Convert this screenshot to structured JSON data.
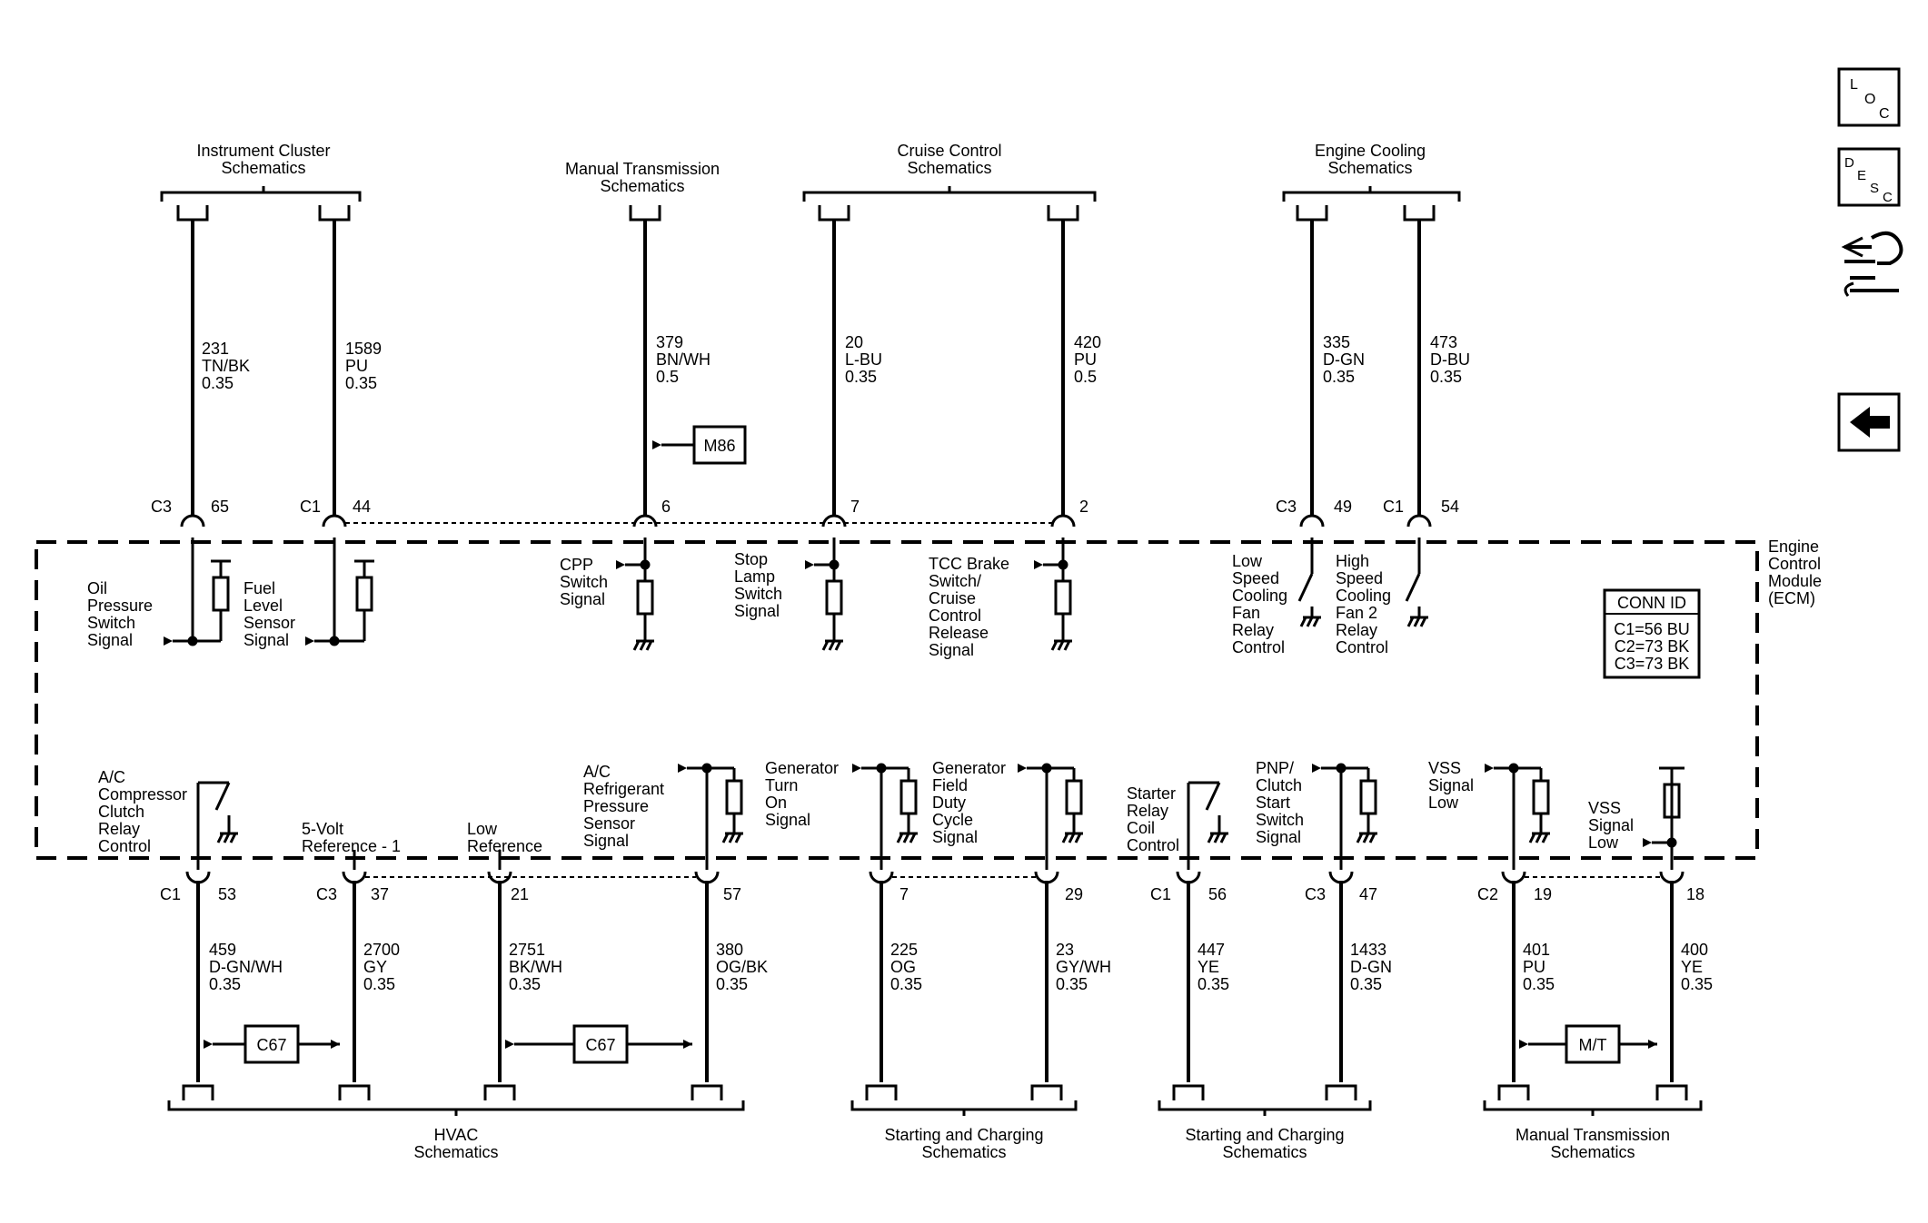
{
  "headers": {
    "top_instrument": [
      "Instrument Cluster",
      "Schematics"
    ],
    "top_manual": [
      "Manual Transmission",
      "Schematics"
    ],
    "top_cruise": [
      "Cruise Control",
      "Schematics"
    ],
    "top_cooling": [
      "Engine Cooling",
      "Schematics"
    ],
    "bottom_hvac": [
      "HVAC",
      "Schematics"
    ],
    "bottom_starting1": [
      "Starting and Charging",
      "Schematics"
    ],
    "bottom_starting2": [
      "Starting and Charging",
      "Schematics"
    ],
    "bottom_manual": [
      "Manual Transmission",
      "Schematics"
    ]
  },
  "module": {
    "name": [
      "Engine",
      "Control",
      "Module",
      "(ECM)"
    ],
    "conn_id_title": "CONN ID",
    "conn_ids": [
      "C1=56 BU",
      "C2=73 BK",
      "C3=73 BK"
    ]
  },
  "top_circuits": [
    {
      "id": "t1",
      "conn": "C3",
      "pin": "65",
      "wire": [
        "231",
        "TN/BK",
        "0.35"
      ],
      "signal": [
        "Oil",
        "Pressure",
        "Switch",
        "Signal"
      ]
    },
    {
      "id": "t2",
      "conn": "C1",
      "pin": "44",
      "wire": [
        "1589",
        "PU",
        "0.35"
      ],
      "signal": [
        "Fuel",
        "Level",
        "Sensor",
        "Signal"
      ]
    },
    {
      "id": "t3",
      "conn": "",
      "pin": "6",
      "wire": [
        "379",
        "BN/WH",
        "0.5"
      ],
      "signal": [
        "CPP",
        "Switch",
        "Signal"
      ]
    },
    {
      "id": "t4",
      "conn": "",
      "pin": "7",
      "wire": [
        "20",
        "L-BU",
        "0.35"
      ],
      "signal": [
        "Stop",
        "Lamp",
        "Switch",
        "Signal"
      ]
    },
    {
      "id": "t5",
      "conn": "",
      "pin": "2",
      "wire": [
        "420",
        "PU",
        "0.5"
      ],
      "signal": [
        "TCC Brake",
        "Switch/",
        "Cruise",
        "Control",
        "Release",
        "Signal"
      ]
    },
    {
      "id": "t6",
      "conn": "C3",
      "pin": "49",
      "wire": [
        "335",
        "D-GN",
        "0.35"
      ],
      "signal": [
        "Low",
        "Speed",
        "Cooling",
        "Fan",
        "Relay",
        "Control"
      ]
    },
    {
      "id": "t7",
      "conn": "C1",
      "pin": "54",
      "wire": [
        "473",
        "D-BU",
        "0.35"
      ],
      "signal": [
        "High",
        "Speed",
        "Cooling",
        "Fan 2",
        "Relay",
        "Control"
      ]
    }
  ],
  "bottom_circuits": [
    {
      "id": "b1",
      "conn": "C1",
      "pin": "53",
      "wire": [
        "459",
        "D-GN/WH",
        "0.35"
      ],
      "signal": [
        "A/C",
        "Compressor",
        "Clutch",
        "Relay",
        "Control"
      ]
    },
    {
      "id": "b2",
      "conn": "C3",
      "pin": "37",
      "wire": [
        "2700",
        "GY",
        "0.35"
      ],
      "signal": [
        "5-Volt",
        "Reference - 1"
      ]
    },
    {
      "id": "b3",
      "conn": "",
      "pin": "21",
      "wire": [
        "2751",
        "BK/WH",
        "0.35"
      ],
      "signal": [
        "Low",
        "Reference"
      ]
    },
    {
      "id": "b4",
      "conn": "",
      "pin": "57",
      "wire": [
        "380",
        "OG/BK",
        "0.35"
      ],
      "signal": [
        "A/C",
        "Refrigerant",
        "Pressure",
        "Sensor",
        "Signal"
      ]
    },
    {
      "id": "b5",
      "conn": "",
      "pin": "7",
      "wire": [
        "225",
        "OG",
        "0.35"
      ],
      "signal": [
        "Generator",
        "Turn",
        "On",
        "Signal"
      ]
    },
    {
      "id": "b6",
      "conn": "",
      "pin": "29",
      "wire": [
        "23",
        "GY/WH",
        "0.35"
      ],
      "signal": [
        "Generator",
        "Field",
        "Duty",
        "Cycle",
        "Signal"
      ]
    },
    {
      "id": "b7",
      "conn": "C1",
      "pin": "56",
      "wire": [
        "447",
        "YE",
        "0.35"
      ],
      "signal": [
        "Starter",
        "Relay",
        "Coil",
        "Control"
      ]
    },
    {
      "id": "b8",
      "conn": "C3",
      "pin": "47",
      "wire": [
        "1433",
        "D-GN",
        "0.35"
      ],
      "signal": [
        "PNP/",
        "Clutch",
        "Start",
        "Switch",
        "Signal"
      ]
    },
    {
      "id": "b9",
      "conn": "C2",
      "pin": "19",
      "wire": [
        "401",
        "PU",
        "0.35"
      ],
      "signal": [
        "VSS",
        "Signal",
        "Low"
      ]
    },
    {
      "id": "b10",
      "conn": "",
      "pin": "18",
      "wire": [
        "400",
        "YE",
        "0.35"
      ],
      "signal": [
        "VSS",
        "Signal",
        "Low"
      ]
    }
  ],
  "option_boxes": {
    "m86": "M86",
    "c67_a": "C67",
    "c67_b": "C67",
    "mt": "M/T"
  },
  "side_buttons": {
    "loc": [
      "L",
      "O",
      "C"
    ],
    "desc": [
      "D",
      "E",
      "S",
      "C"
    ]
  }
}
